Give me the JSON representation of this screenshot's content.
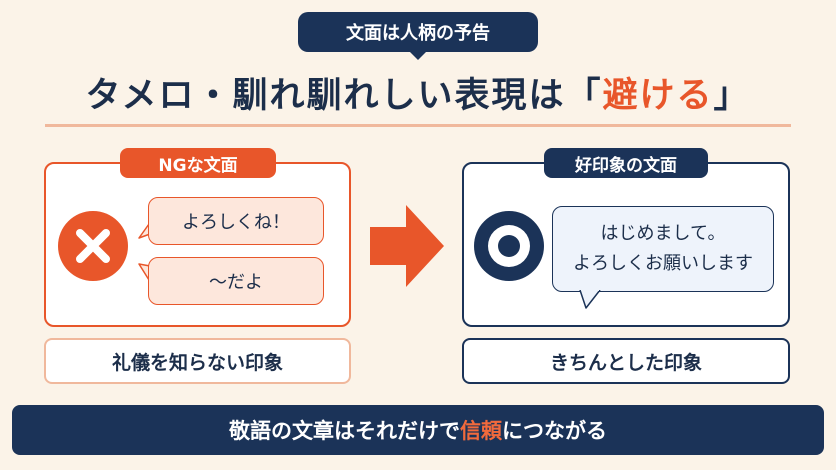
{
  "header": {
    "badge": "文面は人柄の予告",
    "headline_main": "タメロ・馴れ馴れしい表現は「",
    "headline_accent": "避ける",
    "headline_end": "」"
  },
  "ng_panel": {
    "tab": "NGな文面",
    "icon": "cross-icon",
    "bubbles": [
      "よろしくね！",
      "〜だよ"
    ],
    "result": "礼儀を知らない印象"
  },
  "good_panel": {
    "tab": "好印象の文面",
    "icon": "double-circle-icon",
    "bubble_lines": [
      "はじめまして。",
      "よろしくお願いします"
    ],
    "result": "きちんとした印象"
  },
  "footer": {
    "text_before": "敬語の文章はそれだけで",
    "text_accent": "信頼",
    "text_after": "につながる"
  },
  "colors": {
    "accent_orange": "#e8562a",
    "navy": "#1b3358",
    "background": "#fbf3e8",
    "ng_bubble": "#fde7dc",
    "good_bubble": "#eef3fb"
  }
}
